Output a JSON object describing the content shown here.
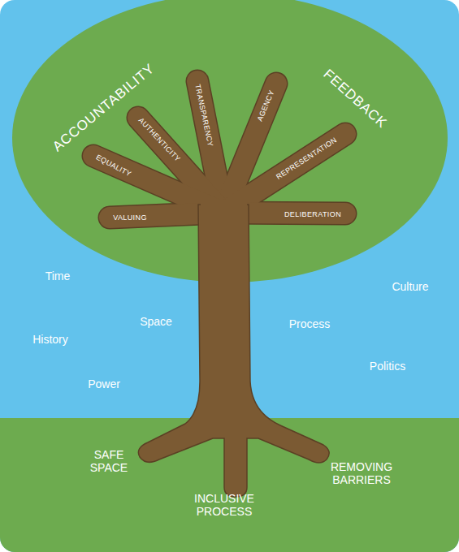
{
  "diagram": {
    "labels": [
      "ACCOUNTABILITY",
      "FEEDBACK",
      "TRANSPARENCY",
      "AGENCY",
      "AUTHENTICITY",
      "REPRESENTATION",
      "EQUALITY",
      "VALUING",
      "DELIBERATION",
      "Time",
      "Culture",
      "Space",
      "Process",
      "History",
      "Politics",
      "Power",
      "SAFE SPACE",
      "REMOVING BARRIERS",
      "INCLUSIVE PROCESS"
    ]
  }
}
